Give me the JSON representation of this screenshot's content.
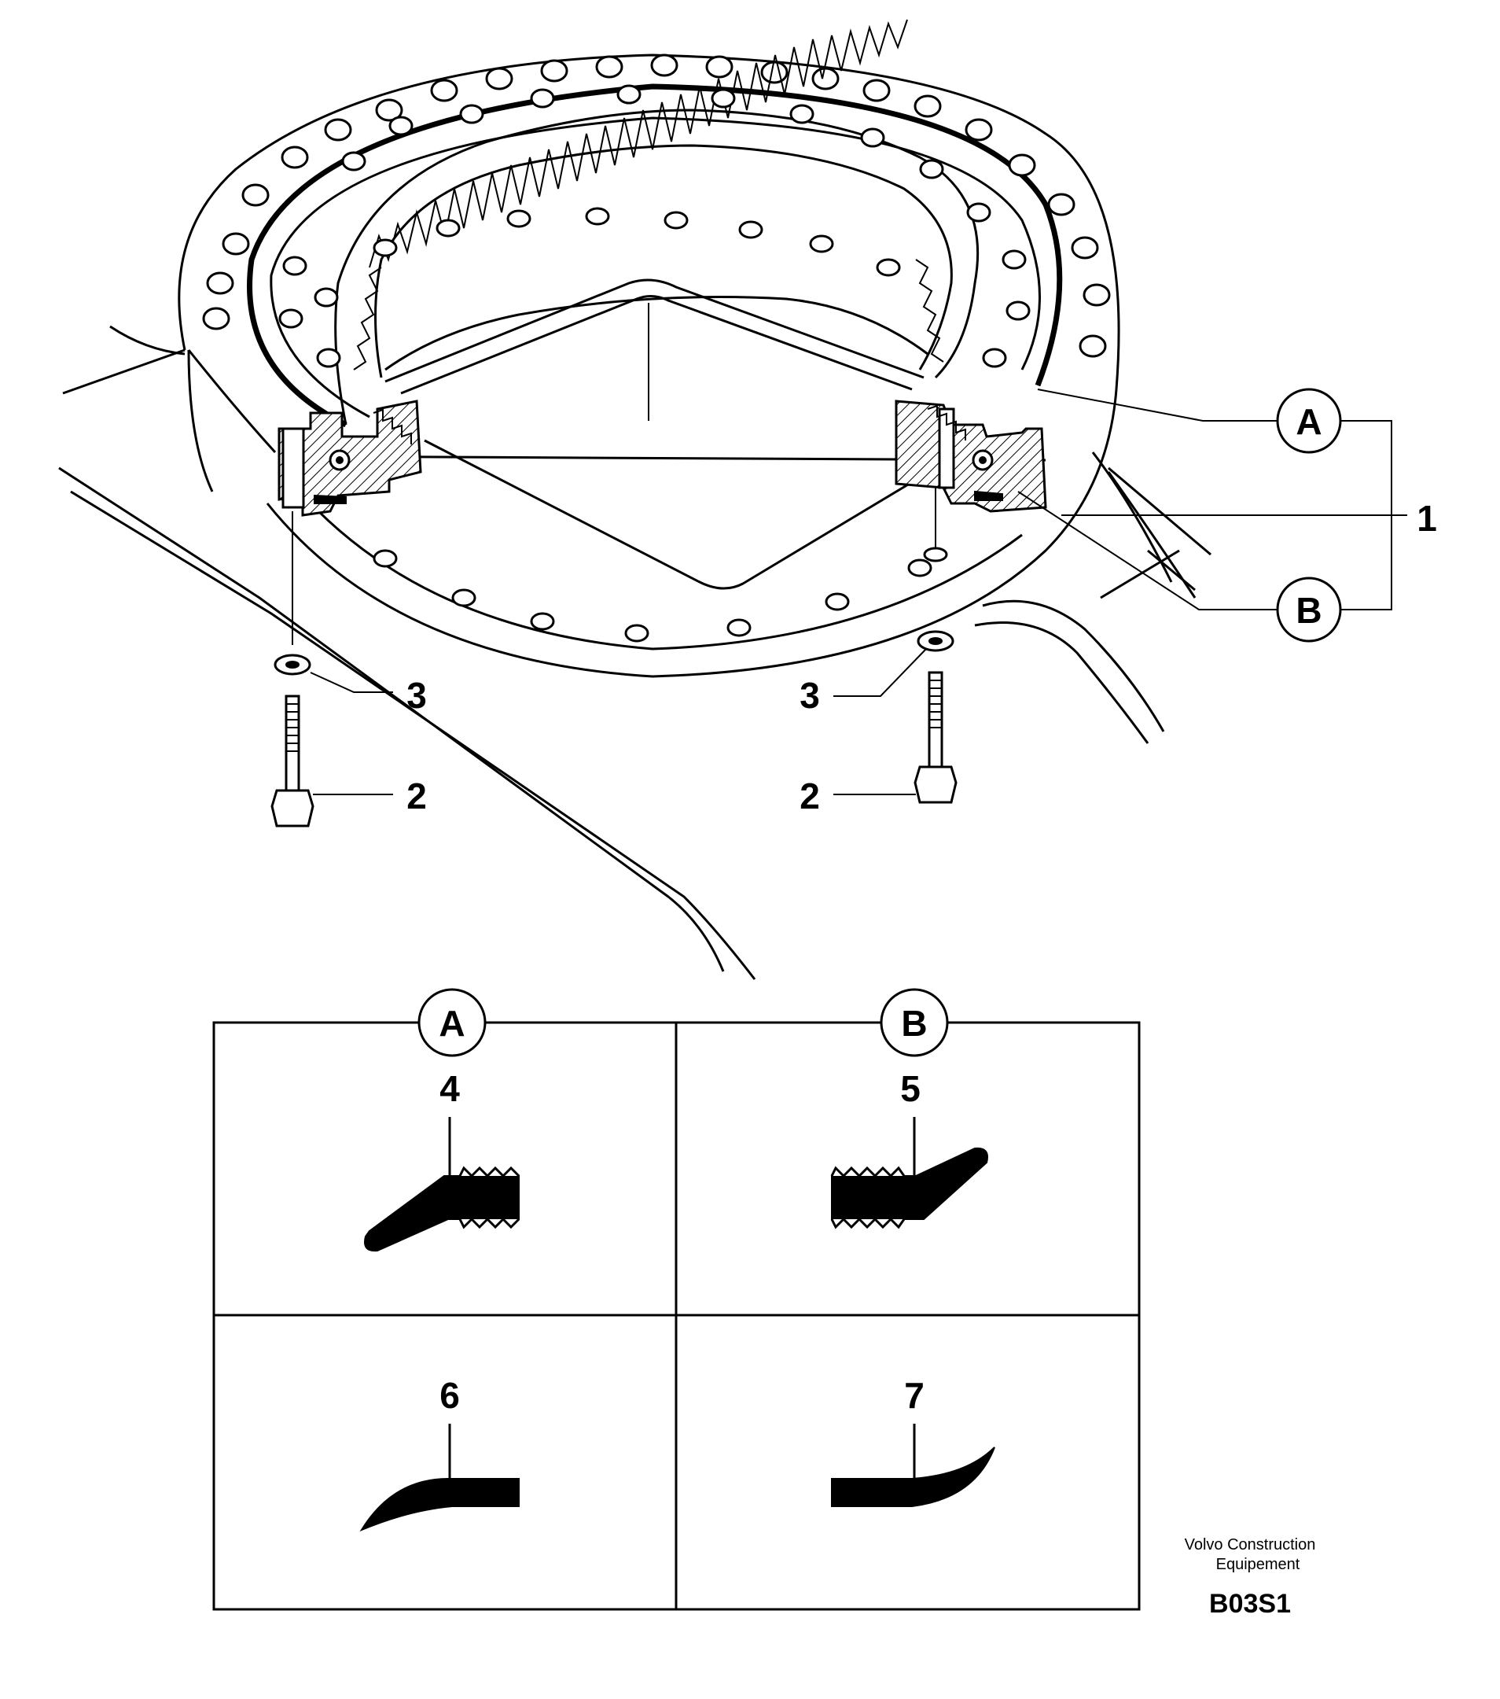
{
  "callouts": {
    "label_1": "1",
    "label_2_left": "2",
    "label_2_right": "2",
    "label_3_left": "3",
    "label_3_right": "3",
    "circle_a": "A",
    "circle_b": "B"
  },
  "detail_table": {
    "header_a": "A",
    "header_b": "B",
    "cell_4": "4",
    "cell_5": "5",
    "cell_6": "6",
    "cell_7": "7"
  },
  "footer": {
    "company_line1": "Volvo Construction",
    "company_line2": "Equipement",
    "drawing_code": "B03S1"
  }
}
